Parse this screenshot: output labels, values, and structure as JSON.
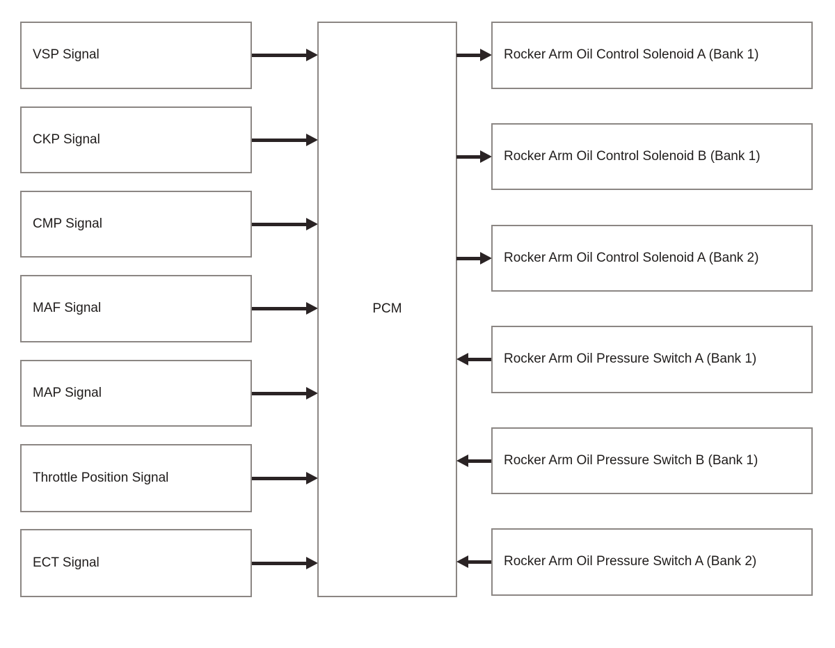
{
  "pcm": {
    "label": "PCM"
  },
  "inputs": [
    {
      "label": "VSP Signal"
    },
    {
      "label": "CKP Signal"
    },
    {
      "label": "CMP Signal"
    },
    {
      "label": "MAF Signal"
    },
    {
      "label": "MAP Signal"
    },
    {
      "label": "Throttle Position Signal"
    },
    {
      "label": "ECT Signal"
    }
  ],
  "right_column": [
    {
      "label": "Rocker Arm Oil Control Solenoid A (Bank 1)",
      "direction": "output-from-pcm"
    },
    {
      "label": "Rocker Arm Oil Control Solenoid B (Bank 1)",
      "direction": "output-from-pcm"
    },
    {
      "label": "Rocker Arm Oil Control Solenoid A (Bank 2)",
      "direction": "output-from-pcm"
    },
    {
      "label": "Rocker Arm Oil Pressure Switch A (Bank 1)",
      "direction": "input-to-pcm"
    },
    {
      "label": "Rocker Arm Oil Pressure Switch B (Bank 1)",
      "direction": "input-to-pcm"
    },
    {
      "label": "Rocker Arm Oil Pressure Switch A (Bank 2)",
      "direction": "input-to-pcm"
    }
  ],
  "colors": {
    "background": "#ffffff",
    "box_border": "#8b8683",
    "arrow": "#2a2324",
    "text": "#1f1c1b"
  }
}
